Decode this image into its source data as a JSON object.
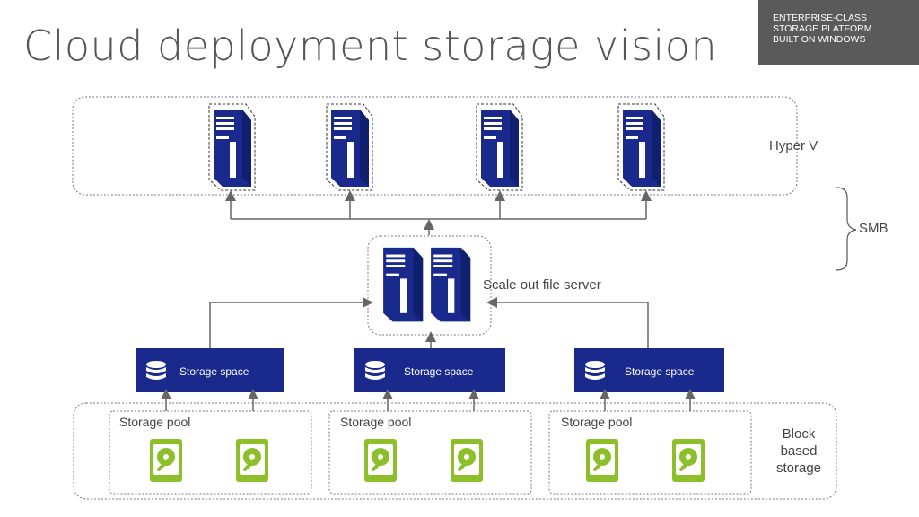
{
  "title": "Cloud deployment storage vision",
  "badge": {
    "lines": [
      "ENTERPRISE-CLASS",
      "STORAGE PLATFORM",
      "BUILT ON WINDOWS"
    ]
  },
  "hyperv_label": "Hyper V",
  "smb_label": "SMB",
  "sofs_label": "Scale out file server",
  "storage_space_label": "Storage space",
  "storage_pool_label": "Storage pool",
  "block_label": [
    "Block",
    "based",
    "storage"
  ],
  "colors": {
    "server_blue": "#1a2a8c",
    "hdd_green": "#8cbf2a",
    "line_gray": "#666666"
  },
  "icons": [
    "server-icon",
    "database-icon",
    "hard-drive-icon",
    "brace-icon"
  ]
}
